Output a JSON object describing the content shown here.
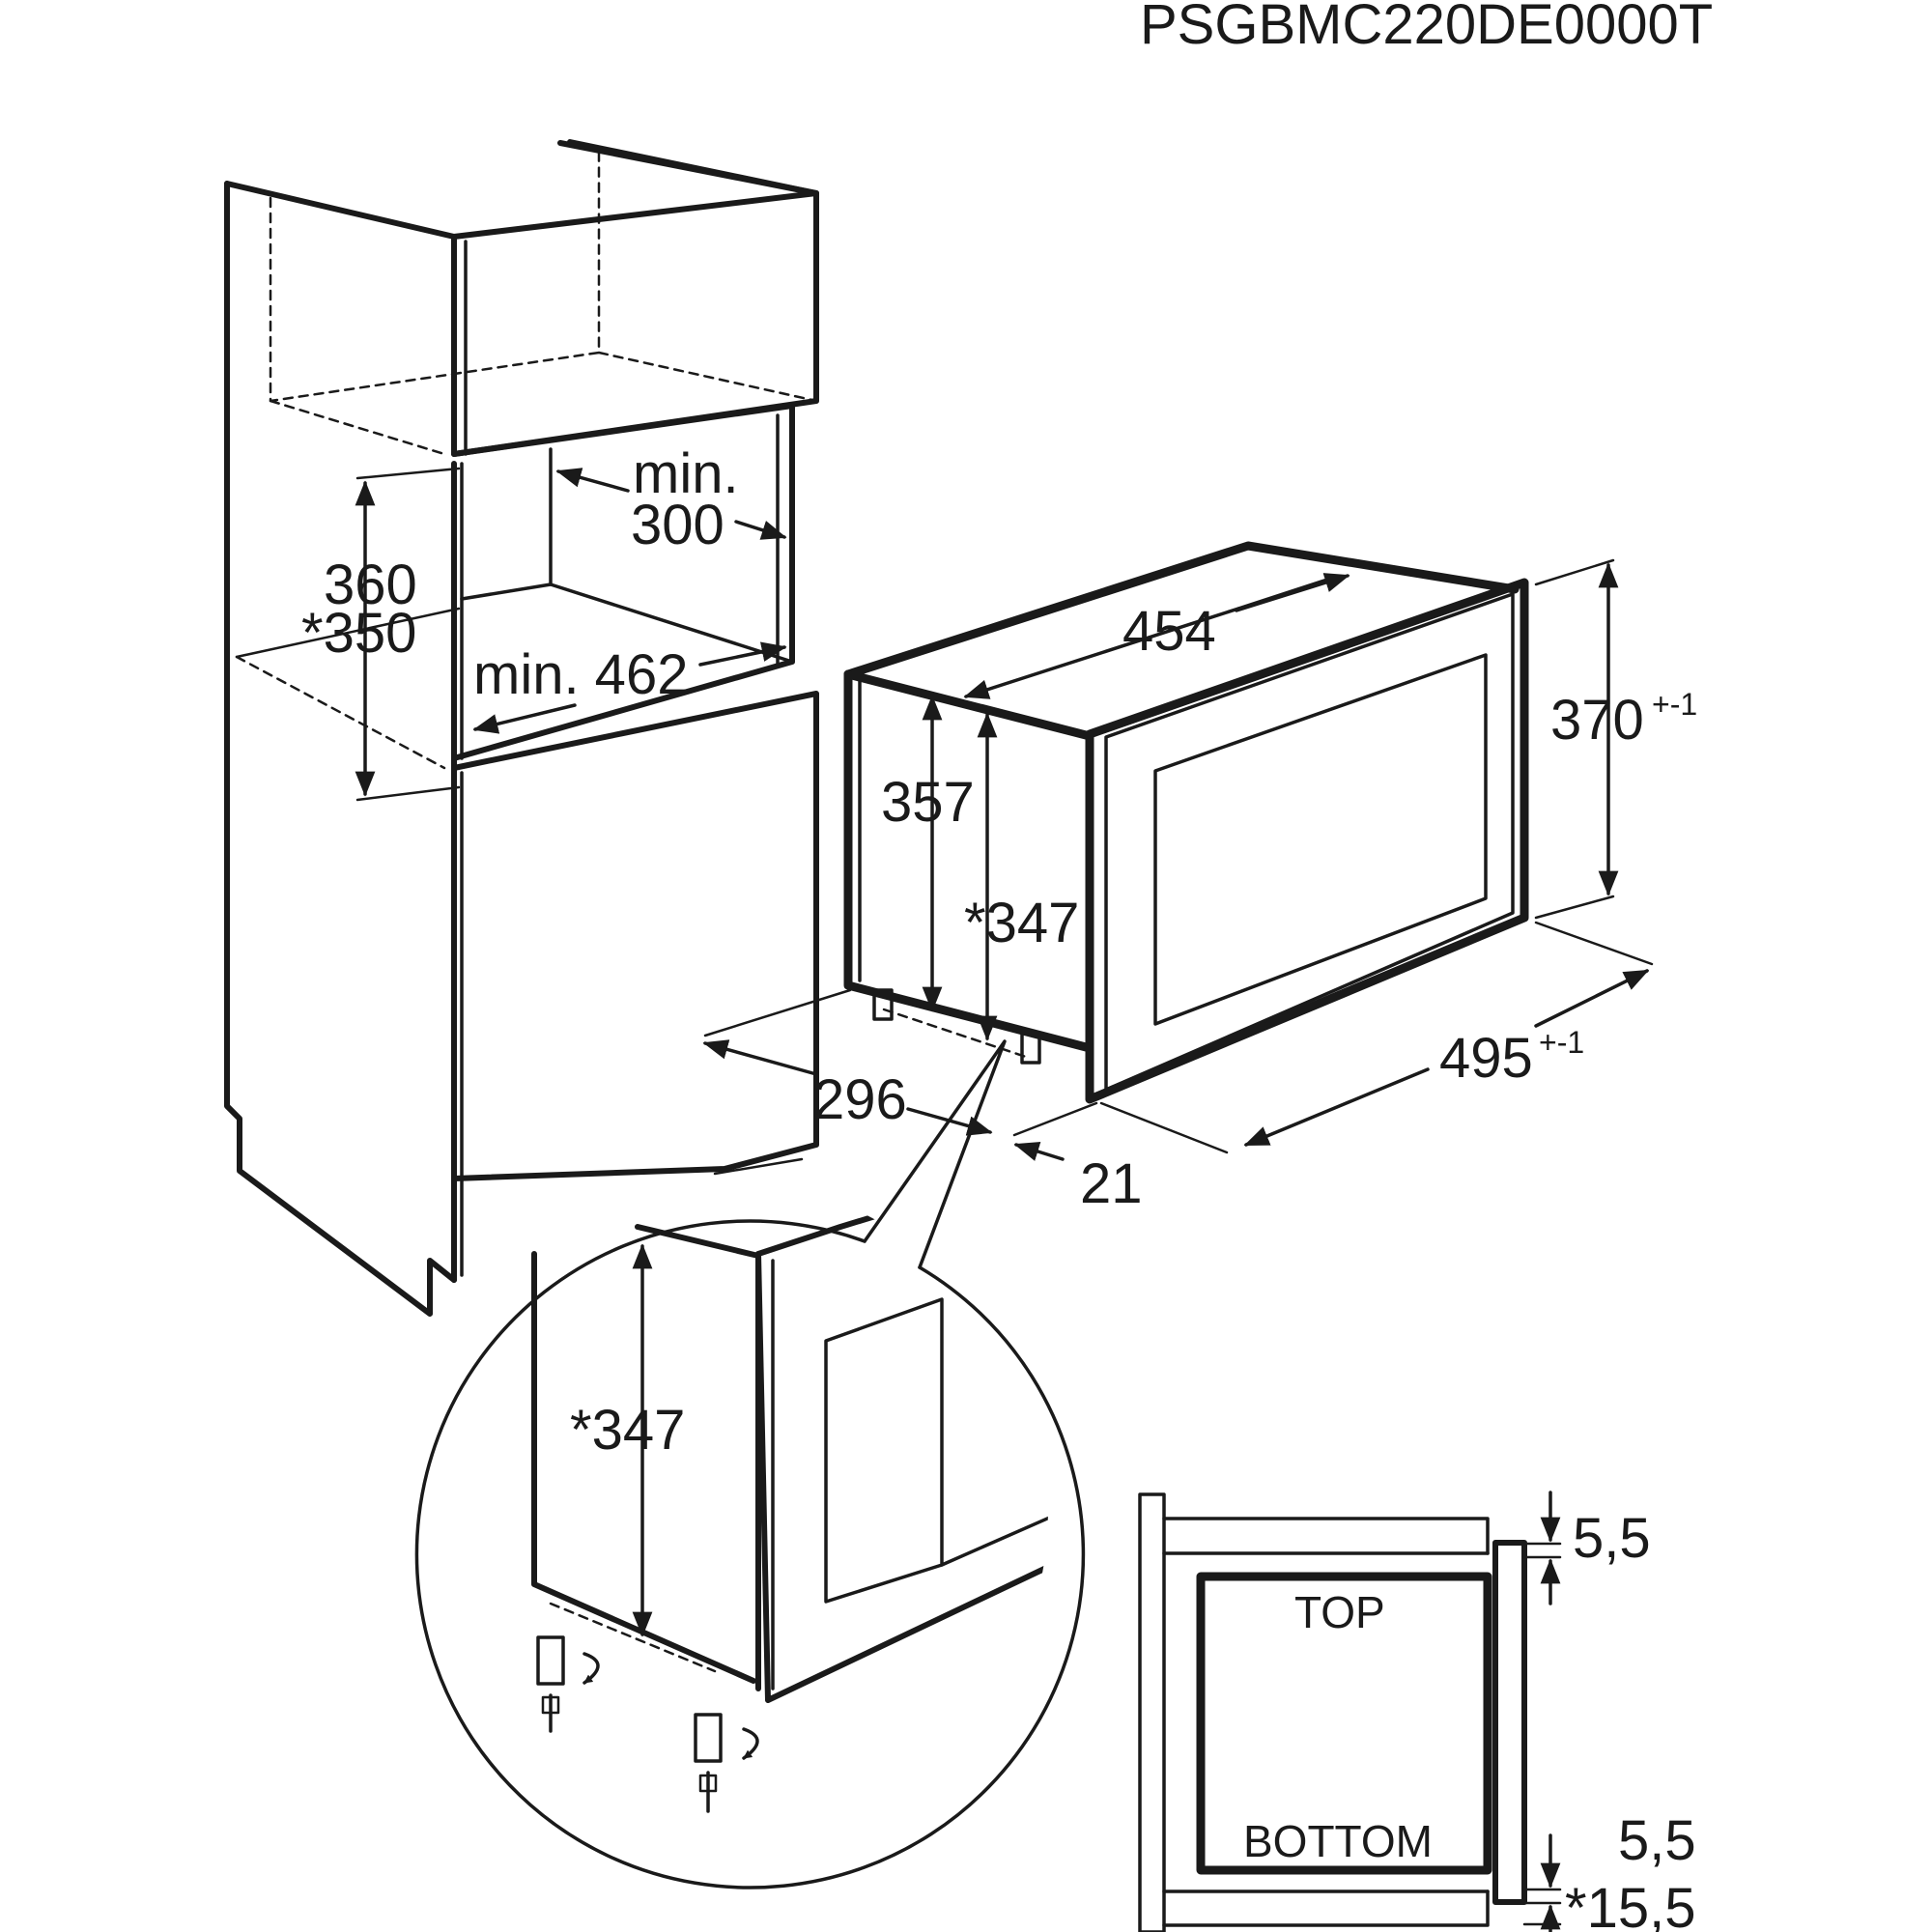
{
  "model_code": "PSGBMC220DE0000T",
  "cabinet": {
    "niche_width": {
      "prefix": "min.",
      "value": "300"
    },
    "niche_depth": "min. 462",
    "niche_height": "360",
    "niche_height_alt": "*350"
  },
  "appliance": {
    "width": "454",
    "height": "370",
    "height_tolerance": "+-1",
    "depth": "495",
    "depth_tolerance": "+-1",
    "body_height": "357",
    "body_height_alt": "*347",
    "body_depth": "296",
    "front_offset": "21"
  },
  "detail": {
    "height": "*347"
  },
  "frame_view": {
    "top_label": "TOP",
    "bottom_label": "BOTTOM",
    "top_gap": "5,5",
    "bottom_gap": "5,5",
    "bottom_gap_alt": "*15,5"
  }
}
